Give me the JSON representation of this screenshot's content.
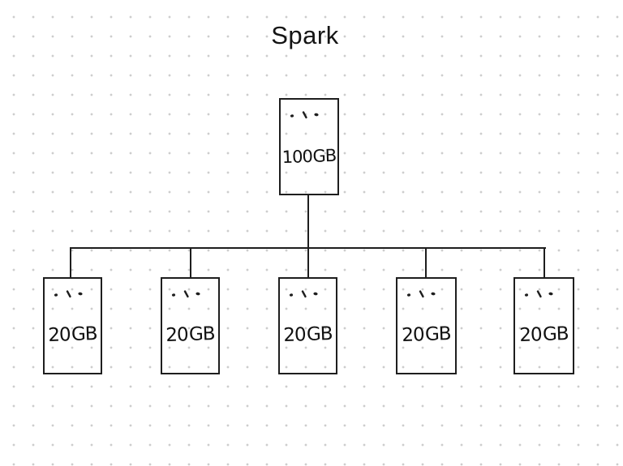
{
  "title": "Spark",
  "colors": {
    "background": "#ffffff",
    "grid_dot": "#cdcdcd",
    "stroke": "#1e1e1e",
    "text": "#141414"
  },
  "cluster": {
    "driver": {
      "label": "100 GB",
      "icon": "ellipsis-icon"
    },
    "workers": [
      {
        "label": "20 GB",
        "icon": "ellipsis-icon"
      },
      {
        "label": "20 GB",
        "icon": "ellipsis-icon"
      },
      {
        "label": "20 GB",
        "icon": "ellipsis-icon"
      },
      {
        "label": "20 GB",
        "icon": "ellipsis-icon"
      },
      {
        "label": "20 GB",
        "icon": "ellipsis-icon"
      }
    ]
  }
}
